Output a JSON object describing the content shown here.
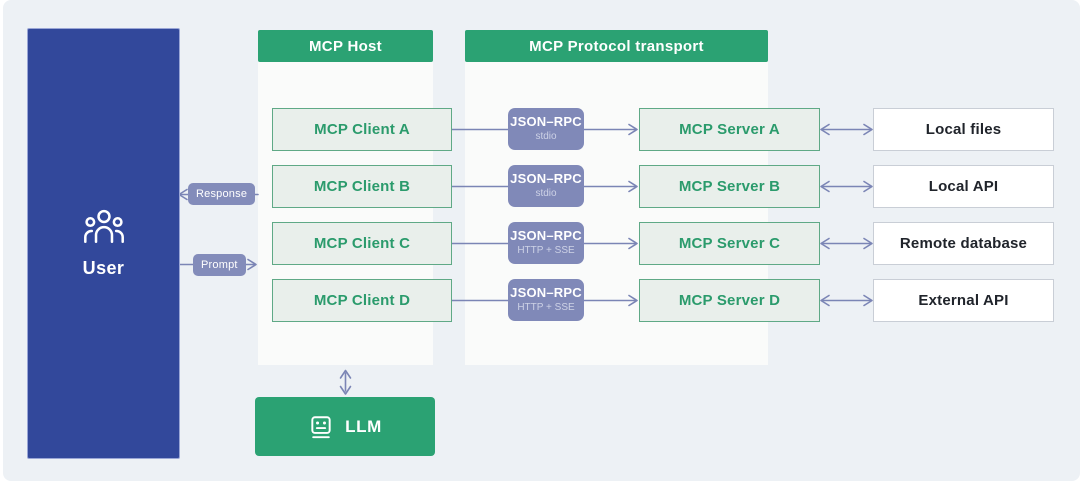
{
  "user_node": {
    "label": "User",
    "icon": "user-group-icon"
  },
  "flow_labels": {
    "response": "Response",
    "prompt": "Prompt"
  },
  "mcp_host": {
    "title": "MCP Host",
    "clients": [
      "MCP Client A",
      "MCP Client B",
      "MCP Client C",
      "MCP Client D"
    ]
  },
  "transport": {
    "title": "MCP Protocol transport",
    "badges": [
      {
        "title": "JSON–RPC",
        "subtitle": "stdio"
      },
      {
        "title": "JSON–RPC",
        "subtitle": "stdio"
      },
      {
        "title": "JSON–RPC",
        "subtitle": "HTTP + SSE"
      },
      {
        "title": "JSON–RPC",
        "subtitle": "HTTP + SSE"
      }
    ]
  },
  "servers": {
    "items": [
      "MCP Server A",
      "MCP Server B",
      "MCP Server C",
      "MCP Server D"
    ]
  },
  "resources": {
    "items": [
      "Local files",
      "Local API",
      "Remote database",
      "External API"
    ]
  },
  "llm_node": {
    "label": "LLM",
    "icon": "robot-icon"
  },
  "colors": {
    "accent_green": "#2ba273",
    "user_blue": "#32489b",
    "badge_purple": "#8089b8",
    "arrow_purple": "#7b85b5",
    "canvas_bg": "#edf1f5",
    "node_fill": "#e9efeb",
    "node_text_green": "#2b9b6c"
  }
}
